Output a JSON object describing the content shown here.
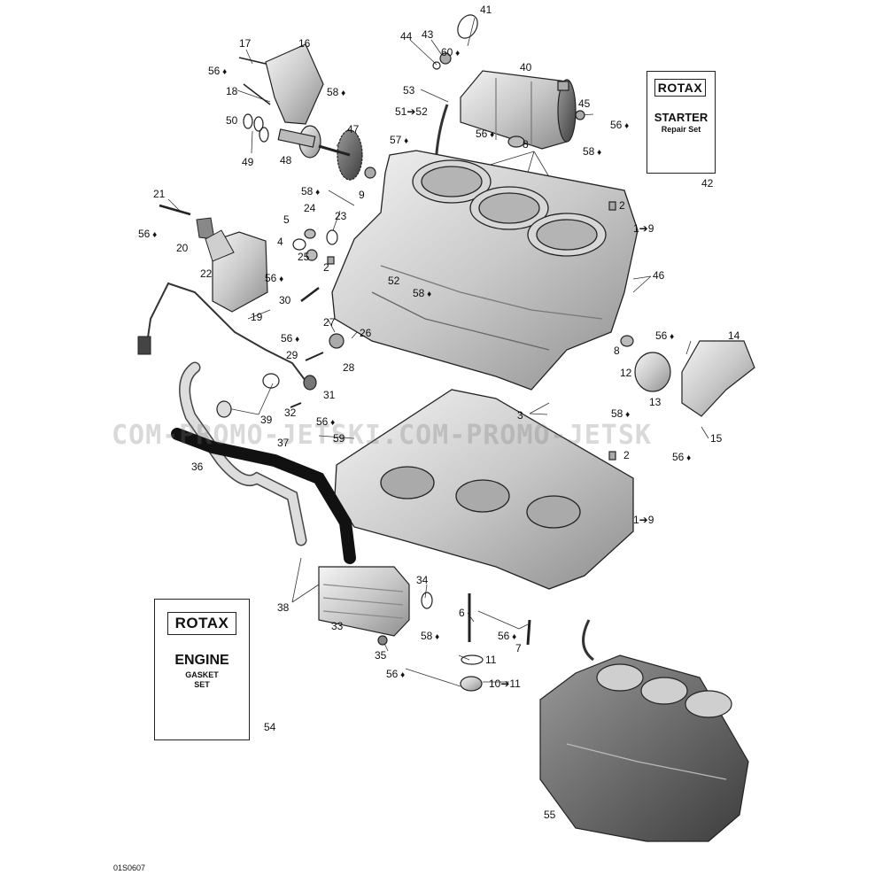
{
  "diagram": {
    "code": "01S0607",
    "watermark": "COM-PROMO-JETSKI.COM-PROMO-JETSK",
    "drop_icon": "oil-drop-icon",
    "cards": {
      "starter": {
        "brand": "ROTAX",
        "title": "STARTER",
        "subtitle": "Repair Set",
        "callout": "42"
      },
      "engine": {
        "brand": "ROTAX",
        "title": "ENGINE",
        "line1": "GASKET",
        "line2": "SET",
        "callout": "54"
      }
    },
    "labels": [
      {
        "id": "41",
        "t": "41"
      },
      {
        "id": "44",
        "t": "44"
      },
      {
        "id": "43",
        "t": "43"
      },
      {
        "id": "60",
        "t": "60"
      },
      {
        "id": "40",
        "t": "40"
      },
      {
        "id": "17",
        "t": "17"
      },
      {
        "id": "16",
        "t": "16"
      },
      {
        "id": "56a",
        "t": "56"
      },
      {
        "id": "18",
        "t": "18"
      },
      {
        "id": "58a",
        "t": "58"
      },
      {
        "id": "53",
        "t": "53"
      },
      {
        "id": "51",
        "t": "51➔52"
      },
      {
        "id": "45",
        "t": "45"
      },
      {
        "id": "56b",
        "t": "56"
      },
      {
        "id": "50",
        "t": "50"
      },
      {
        "id": "47",
        "t": "47"
      },
      {
        "id": "56c",
        "t": "56"
      },
      {
        "id": "8a",
        "t": "8"
      },
      {
        "id": "57",
        "t": "57"
      },
      {
        "id": "49",
        "t": "49"
      },
      {
        "id": "48",
        "t": "48"
      },
      {
        "id": "58b",
        "t": "58"
      },
      {
        "id": "9",
        "t": "9"
      },
      {
        "id": "21",
        "t": "21"
      },
      {
        "id": "58c",
        "t": "58"
      },
      {
        "id": "24",
        "t": "24"
      },
      {
        "id": "5",
        "t": "5"
      },
      {
        "id": "23",
        "t": "23"
      },
      {
        "id": "2a",
        "t": "2"
      },
      {
        "id": "56d",
        "t": "56"
      },
      {
        "id": "1a",
        "t": "1➔9"
      },
      {
        "id": "4",
        "t": "4"
      },
      {
        "id": "20",
        "t": "20"
      },
      {
        "id": "25",
        "t": "25"
      },
      {
        "id": "2b",
        "t": "2"
      },
      {
        "id": "22",
        "t": "22"
      },
      {
        "id": "46",
        "t": "46"
      },
      {
        "id": "56e",
        "t": "56"
      },
      {
        "id": "52",
        "t": "52"
      },
      {
        "id": "58d",
        "t": "58"
      },
      {
        "id": "30",
        "t": "30"
      },
      {
        "id": "19",
        "t": "19"
      },
      {
        "id": "27",
        "t": "27"
      },
      {
        "id": "26",
        "t": "26"
      },
      {
        "id": "14",
        "t": "14"
      },
      {
        "id": "56f",
        "t": "56"
      },
      {
        "id": "56g",
        "t": "56"
      },
      {
        "id": "29",
        "t": "29"
      },
      {
        "id": "8b",
        "t": "8"
      },
      {
        "id": "28",
        "t": "28"
      },
      {
        "id": "12",
        "t": "12"
      },
      {
        "id": "13",
        "t": "13"
      },
      {
        "id": "31",
        "t": "31"
      },
      {
        "id": "3",
        "t": "3"
      },
      {
        "id": "39",
        "t": "39"
      },
      {
        "id": "32",
        "t": "32"
      },
      {
        "id": "58e",
        "t": "58"
      },
      {
        "id": "56h",
        "t": "56"
      },
      {
        "id": "15",
        "t": "15"
      },
      {
        "id": "37",
        "t": "37"
      },
      {
        "id": "59",
        "t": "59"
      },
      {
        "id": "2c",
        "t": "2"
      },
      {
        "id": "56i",
        "t": "56"
      },
      {
        "id": "36",
        "t": "36"
      },
      {
        "id": "1b",
        "t": "1➔9"
      },
      {
        "id": "34",
        "t": "34"
      },
      {
        "id": "6",
        "t": "6"
      },
      {
        "id": "38",
        "t": "38"
      },
      {
        "id": "58f",
        "t": "58"
      },
      {
        "id": "56j",
        "t": "56"
      },
      {
        "id": "7",
        "t": "7"
      },
      {
        "id": "33",
        "t": "33"
      },
      {
        "id": "11",
        "t": "11"
      },
      {
        "id": "35",
        "t": "35"
      },
      {
        "id": "56k",
        "t": "56"
      },
      {
        "id": "10",
        "t": "10➔11"
      },
      {
        "id": "55",
        "t": "55"
      }
    ]
  }
}
